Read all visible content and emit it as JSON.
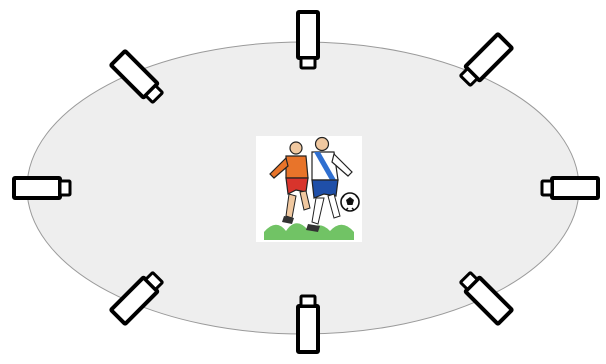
{
  "field": {
    "fill": "#eeeeee",
    "stroke": "#9a9a9a"
  },
  "center_image": {
    "icon": "soccer-players-icon",
    "player_left_shirt": "#e8742a",
    "player_left_shorts": "#d8342c",
    "player_right_shirt": "#2f6fd0",
    "player_right_shorts": "#1f4fa8",
    "grass": "#58b84a"
  },
  "cameras": [
    {
      "id": "top",
      "icon": "camera-icon",
      "facing": "down"
    },
    {
      "id": "top-left",
      "icon": "camera-icon",
      "facing": "down-right"
    },
    {
      "id": "top-right",
      "icon": "camera-icon",
      "facing": "down-left"
    },
    {
      "id": "left",
      "icon": "camera-icon",
      "facing": "right"
    },
    {
      "id": "right",
      "icon": "camera-icon",
      "facing": "left"
    },
    {
      "id": "bottom-left",
      "icon": "camera-icon",
      "facing": "up-right"
    },
    {
      "id": "bottom-right",
      "icon": "camera-icon",
      "facing": "up-left"
    },
    {
      "id": "bottom",
      "icon": "camera-icon",
      "facing": "up"
    }
  ]
}
